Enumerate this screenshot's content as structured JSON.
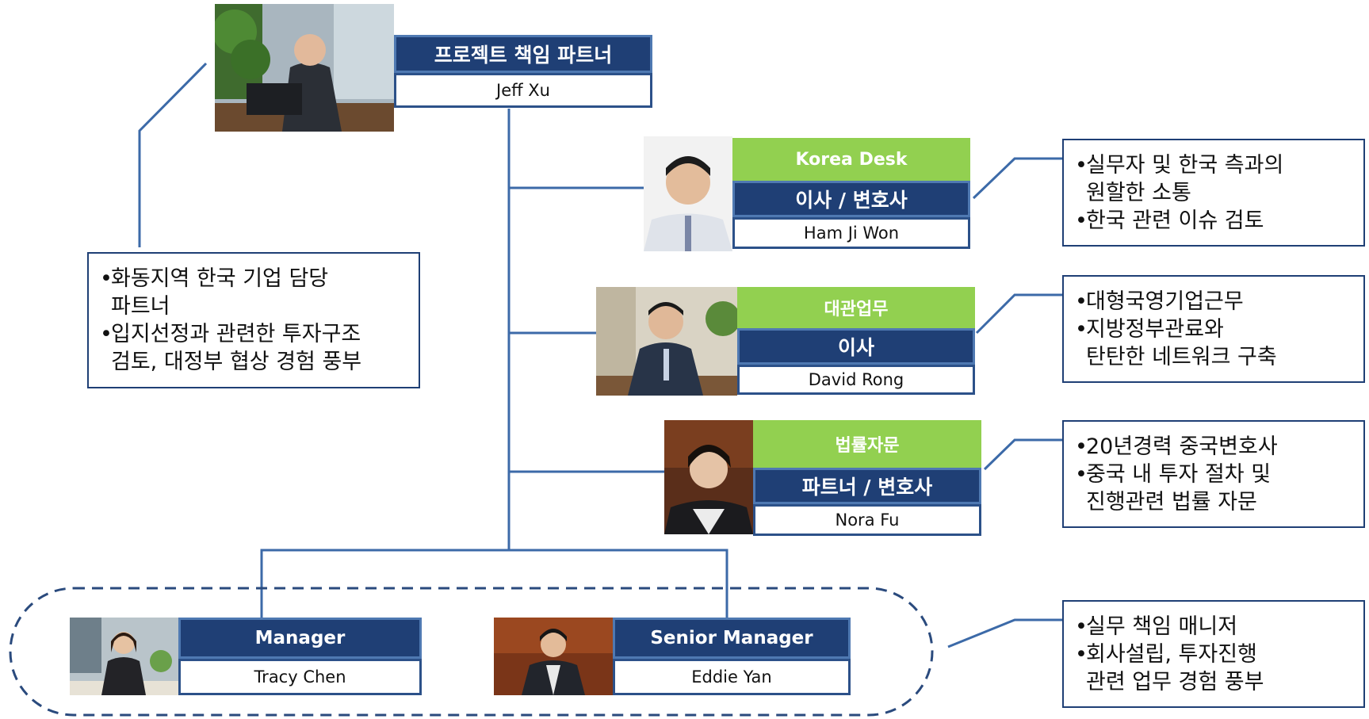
{
  "colors": {
    "navy": "#1f3f75",
    "line_blue": "#3c6aa8",
    "green": "#92d050",
    "dashed": "#2a4a7d"
  },
  "top_partner": {
    "role": "프로젝트 책임 파트너",
    "name": "Jeff Xu",
    "photo": "photo-person-at-laptop",
    "note": [
      "화동지역 한국 기업 담당\n파트너",
      "입지선정과 관련한 투자구조\n검토, 대정부 협상 경험 풍부"
    ]
  },
  "members": [
    {
      "team": "Korea Desk",
      "role": "이사 / 변호사",
      "name": "Ham Ji Won",
      "photo": "photo-man-portrait",
      "note": [
        "실무자 및 한국 측과의\n원할한 소통",
        "한국 관련 이슈 검토"
      ]
    },
    {
      "team": "대관업무",
      "role": "이사",
      "name": "David Rong",
      "photo": "photo-man-at-desk",
      "note": [
        "대형국영기업근무",
        "지방정부관료와\n탄탄한 네트워크 구축"
      ]
    },
    {
      "team": "법률자문",
      "role": "파트너 / 변호사",
      "name": "Nora Fu",
      "photo": "photo-woman-portrait",
      "note": [
        "20년경력 중국변호사",
        "중국 내 투자 절차 및\n진행관련 법률 자문"
      ]
    }
  ],
  "managers": [
    {
      "role": "Manager",
      "name": "Tracy Chen",
      "photo": "photo-woman-at-desk"
    },
    {
      "role": "Senior Manager",
      "name": "Eddie Yan",
      "photo": "photo-man-suit"
    }
  ],
  "manager_note": [
    "실무 책임 매니저",
    "회사설립, 투자진행\n관련 업무 경험 풍부"
  ]
}
